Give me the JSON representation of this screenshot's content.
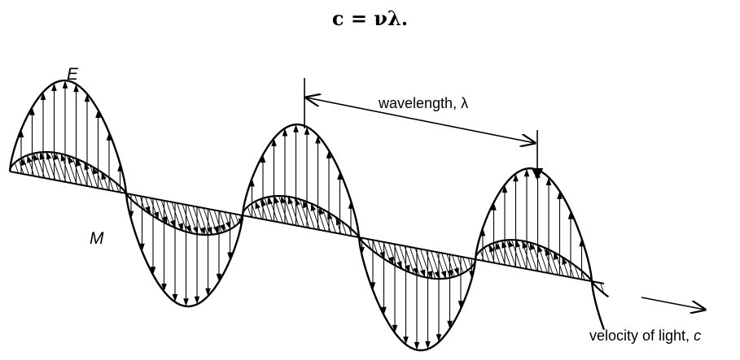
{
  "equation": "c = νλ.",
  "labels": {
    "electric": "E",
    "magnetic": "M",
    "wavelength": "wavelength, λ",
    "velocity_prefix": "velocity of light, ",
    "velocity_symbol": "c"
  },
  "colors": {
    "ink": "#000000",
    "background": "#ffffff"
  }
}
